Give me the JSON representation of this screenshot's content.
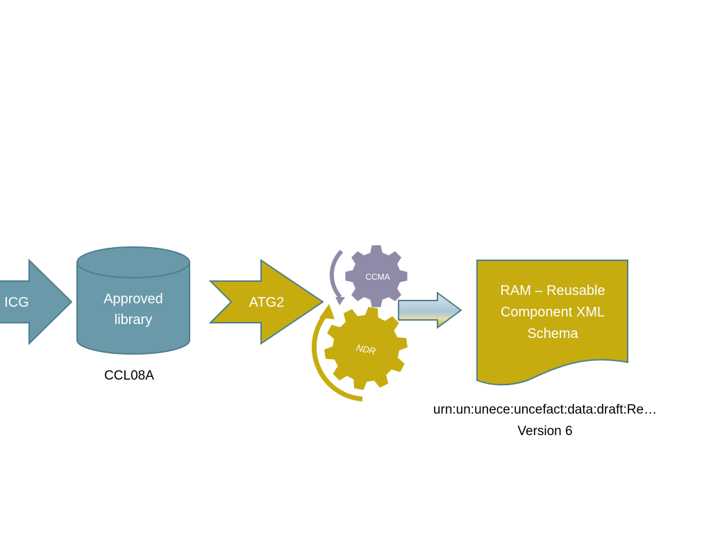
{
  "diagram": {
    "icg_label": "ICG",
    "library_label_line1": "Approved",
    "library_label_line2": "library",
    "library_caption": "CCL08A",
    "atg2_label": "ATG2",
    "gear_small_label": "CCMA",
    "gear_large_label": "NDR",
    "document_line1": "RAM – Reusable",
    "document_line2": "Component XML",
    "document_line3": "Schema",
    "document_caption_line1": "urn:un:unece:uncefact:data:draft:Re…",
    "document_caption_line2": "Version 6"
  },
  "colors": {
    "teal": "#6a9aaa",
    "teal_stroke": "#4f7f8f",
    "gold": "#c6ac0f",
    "gold_stroke": "#4f7f8f",
    "gray_purple": "#8f8aa8",
    "white": "#ffffff",
    "black": "#000000"
  }
}
